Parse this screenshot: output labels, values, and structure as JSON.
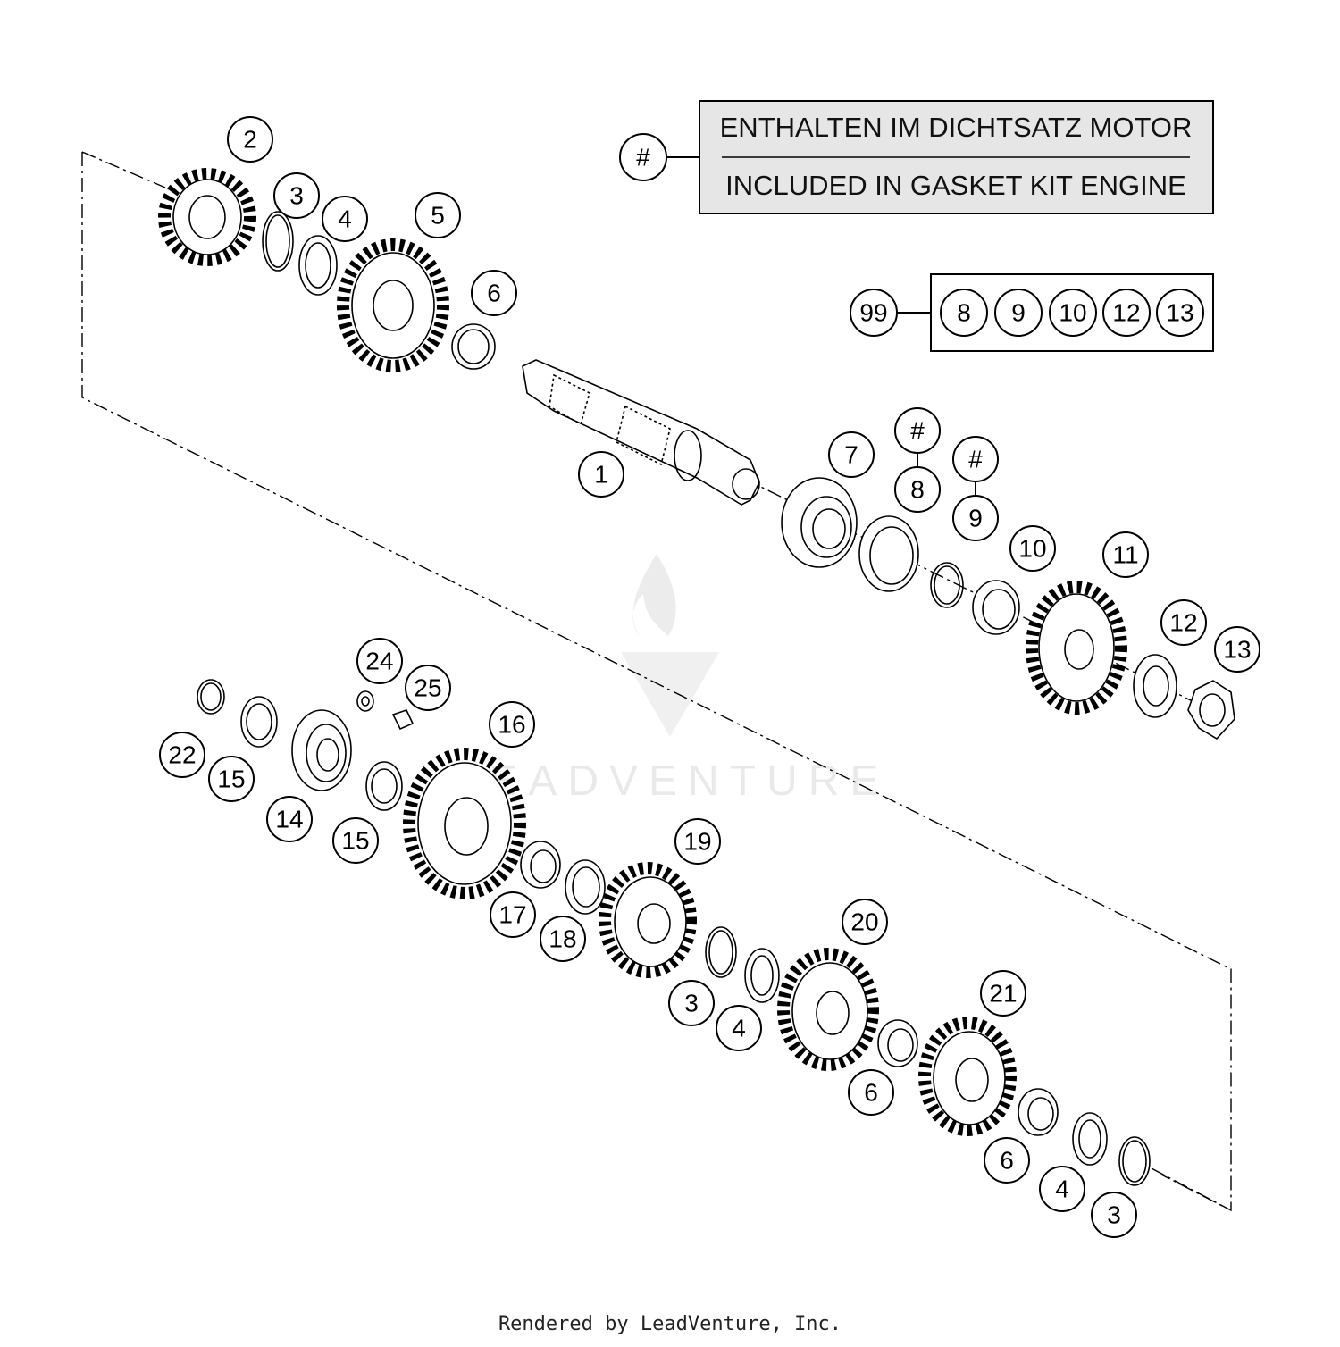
{
  "legend": {
    "symbol": "#",
    "line_de": "ENTHALTEN IM DICHTSATZ MOTOR",
    "line_en": "INCLUDED IN GASKET KIT ENGINE"
  },
  "kit": {
    "label": "99",
    "items": [
      "8",
      "9",
      "10",
      "12",
      "13"
    ]
  },
  "callouts": [
    {
      "id": "2",
      "label": "2"
    },
    {
      "id": "3a",
      "label": "3"
    },
    {
      "id": "4a",
      "label": "4"
    },
    {
      "id": "5",
      "label": "5"
    },
    {
      "id": "6a",
      "label": "6"
    },
    {
      "id": "1",
      "label": "1"
    },
    {
      "id": "7",
      "label": "7"
    },
    {
      "id": "hash8",
      "label": "#"
    },
    {
      "id": "8",
      "label": "8"
    },
    {
      "id": "hash9",
      "label": "#"
    },
    {
      "id": "9",
      "label": "9"
    },
    {
      "id": "10",
      "label": "10"
    },
    {
      "id": "11",
      "label": "11"
    },
    {
      "id": "12",
      "label": "12"
    },
    {
      "id": "13",
      "label": "13"
    },
    {
      "id": "24",
      "label": "24"
    },
    {
      "id": "25",
      "label": "25"
    },
    {
      "id": "22",
      "label": "22"
    },
    {
      "id": "15a",
      "label": "15"
    },
    {
      "id": "14",
      "label": "14"
    },
    {
      "id": "15b",
      "label": "15"
    },
    {
      "id": "16",
      "label": "16"
    },
    {
      "id": "17",
      "label": "17"
    },
    {
      "id": "18",
      "label": "18"
    },
    {
      "id": "19",
      "label": "19"
    },
    {
      "id": "3b",
      "label": "3"
    },
    {
      "id": "4b",
      "label": "4"
    },
    {
      "id": "20",
      "label": "20"
    },
    {
      "id": "6b",
      "label": "6"
    },
    {
      "id": "21",
      "label": "21"
    },
    {
      "id": "6c",
      "label": "6"
    },
    {
      "id": "4c",
      "label": "4"
    },
    {
      "id": "3c",
      "label": "3"
    }
  ],
  "watermark": "LEADVENTURE",
  "footer": "Rendered by LeadVenture, Inc."
}
